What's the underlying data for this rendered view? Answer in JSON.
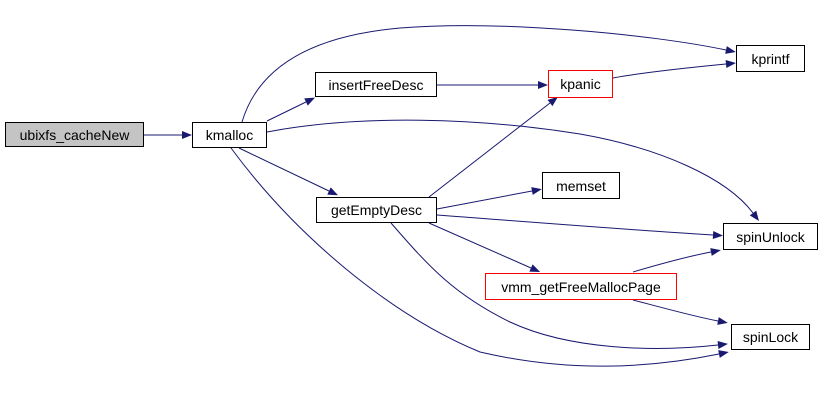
{
  "diagram": {
    "type": "call-graph",
    "colors": {
      "edge-color": "#191970",
      "node-border": "#000000",
      "truncated-border": "#ff0000",
      "node-fill": "#ffffff",
      "current-fill": "#c4c4c4",
      "bg": "#ffffff",
      "text": "#000000"
    },
    "nodes": [
      {
        "id": "ubixfs_cacheNew",
        "label": "ubixfs_cacheNew",
        "style": "current"
      },
      {
        "id": "kmalloc",
        "label": "kmalloc",
        "style": "normal"
      },
      {
        "id": "insertFreeDesc",
        "label": "insertFreeDesc",
        "style": "normal"
      },
      {
        "id": "kpanic",
        "label": "kpanic",
        "style": "truncated"
      },
      {
        "id": "kprintf",
        "label": "kprintf",
        "style": "normal"
      },
      {
        "id": "getEmptyDesc",
        "label": "getEmptyDesc",
        "style": "normal"
      },
      {
        "id": "memset",
        "label": "memset",
        "style": "normal"
      },
      {
        "id": "spinUnlock",
        "label": "spinUnlock",
        "style": "normal"
      },
      {
        "id": "vmm_getFreeMallocPage",
        "label": "vmm_getFreeMallocPage",
        "style": "truncated"
      },
      {
        "id": "spinLock",
        "label": "spinLock",
        "style": "normal"
      }
    ],
    "edges": [
      {
        "from": "ubixfs_cacheNew",
        "to": "kmalloc"
      },
      {
        "from": "kmalloc",
        "to": "insertFreeDesc"
      },
      {
        "from": "kmalloc",
        "to": "kprintf"
      },
      {
        "from": "kmalloc",
        "to": "getEmptyDesc"
      },
      {
        "from": "kmalloc",
        "to": "spinUnlock"
      },
      {
        "from": "kmalloc",
        "to": "spinLock"
      },
      {
        "from": "insertFreeDesc",
        "to": "kpanic"
      },
      {
        "from": "kpanic",
        "to": "kprintf"
      },
      {
        "from": "getEmptyDesc",
        "to": "kpanic"
      },
      {
        "from": "getEmptyDesc",
        "to": "memset"
      },
      {
        "from": "getEmptyDesc",
        "to": "spinUnlock"
      },
      {
        "from": "getEmptyDesc",
        "to": "vmm_getFreeMallocPage"
      },
      {
        "from": "getEmptyDesc",
        "to": "spinLock"
      },
      {
        "from": "vmm_getFreeMallocPage",
        "to": "spinUnlock"
      },
      {
        "from": "vmm_getFreeMallocPage",
        "to": "spinLock"
      }
    ]
  }
}
